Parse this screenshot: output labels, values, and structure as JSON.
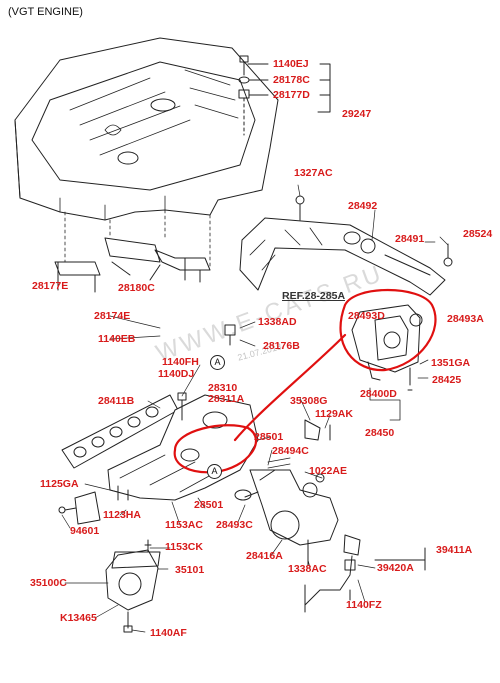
{
  "title": "(VGT ENGINE)",
  "ref_label": "REF.28-285A",
  "watermark": "WWW.E-CATS.RU",
  "watermark_date": "21.07.2013",
  "marker_letter": "A",
  "colors": {
    "label": "#d81b1b",
    "highlight": "#e01010",
    "line": "#222222"
  },
  "parts": {
    "p1140EJ": "1140EJ",
    "p28178C": "28178C",
    "p28177D": "28177D",
    "p29247": "29247",
    "p1327AC": "1327AC",
    "p28492": "28492",
    "p28491": "28491",
    "p28524": "28524",
    "p28177E": "28177E",
    "p28180C": "28180C",
    "p28174E": "28174E",
    "p1140EB": "1140EB",
    "p1338AD": "1338AD",
    "p28176B": "28176B",
    "p28493D": "28493D",
    "p28493A": "28493A",
    "p1351GA": "1351GA",
    "p28425": "28425",
    "p1140FH": "1140FH",
    "p1140DJ": "1140DJ",
    "p28310": "28310",
    "p28311A": "28311A",
    "p28411B": "28411B",
    "p35308G": "35308G",
    "p1129AK": "1129AK",
    "p28400D": "28400D",
    "p28450": "28450",
    "p28501a": "28501",
    "p28494C": "28494C",
    "p1022AE": "1022AE",
    "p1125GA": "1125GA",
    "p1123HA": "1123HA",
    "p1153AC": "1153AC",
    "p28501b": "28501",
    "p28493C": "28493C",
    "p94601": "94601",
    "p28416A": "28416A",
    "p1153CK": "1153CK",
    "p39411A": "39411A",
    "p35100C": "35100C",
    "p35101": "35101",
    "p1338AC": "1338AC",
    "p39420A": "39420A",
    "pK13465": "K13465",
    "p1140AF": "1140AF",
    "p1140FZ": "1140FZ"
  }
}
